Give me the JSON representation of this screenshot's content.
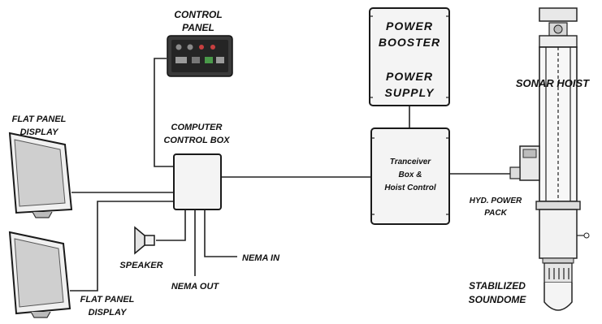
{
  "labels": {
    "control_panel": [
      "CONTROL",
      "PANEL"
    ],
    "flat_panel_top": [
      "FLAT PANEL",
      "DISPLAY"
    ],
    "flat_panel_bottom": [
      "FLAT PANEL",
      "DISPLAY"
    ],
    "computer_control_box": [
      "COMPUTER",
      "CONTROL BOX"
    ],
    "speaker": "SPEAKER",
    "nema_in": "NEMA IN",
    "nema_out": "NEMA OUT",
    "power_booster": [
      "POWER",
      "BOOSTER"
    ],
    "power_supply": [
      "POWER",
      "SUPPLY"
    ],
    "transceiver": [
      "Tranceiver",
      "Box &",
      "Hoist Control"
    ],
    "hyd_power_pack": [
      "HYD. POWER",
      "PACK"
    ],
    "sonar_hoist": "SONAR HOIST",
    "stabilized_soundome": [
      "STABILIZED",
      "SOUNDOME"
    ]
  }
}
